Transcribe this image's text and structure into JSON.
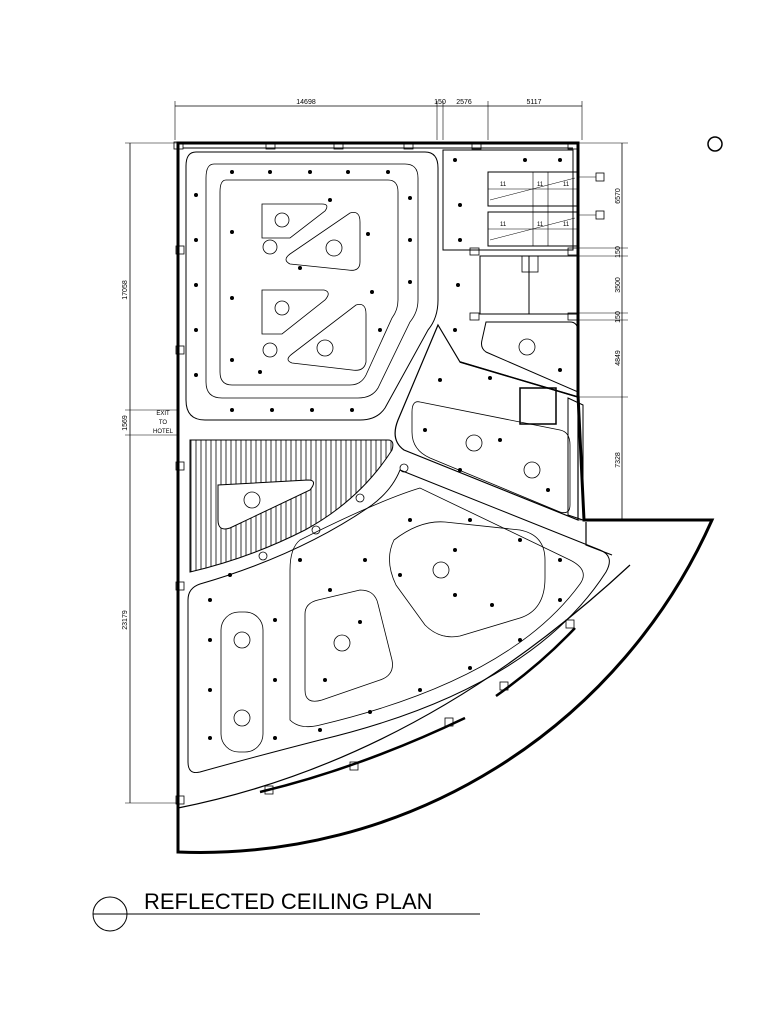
{
  "drawing_title": "REFLECTED CEILING PLAN",
  "dimensions": {
    "top": [
      "14698",
      "150",
      "2576",
      "5117"
    ],
    "left": [
      "17058",
      "1569",
      "23179"
    ],
    "right": [
      "6570",
      "150",
      "3500",
      "150",
      "4849",
      "7328"
    ]
  },
  "exit_label": [
    "EXIT",
    "TO",
    "HOTEL"
  ],
  "fixture_tag": "11",
  "colors": {
    "ink": "#000000",
    "paper": "#ffffff"
  }
}
